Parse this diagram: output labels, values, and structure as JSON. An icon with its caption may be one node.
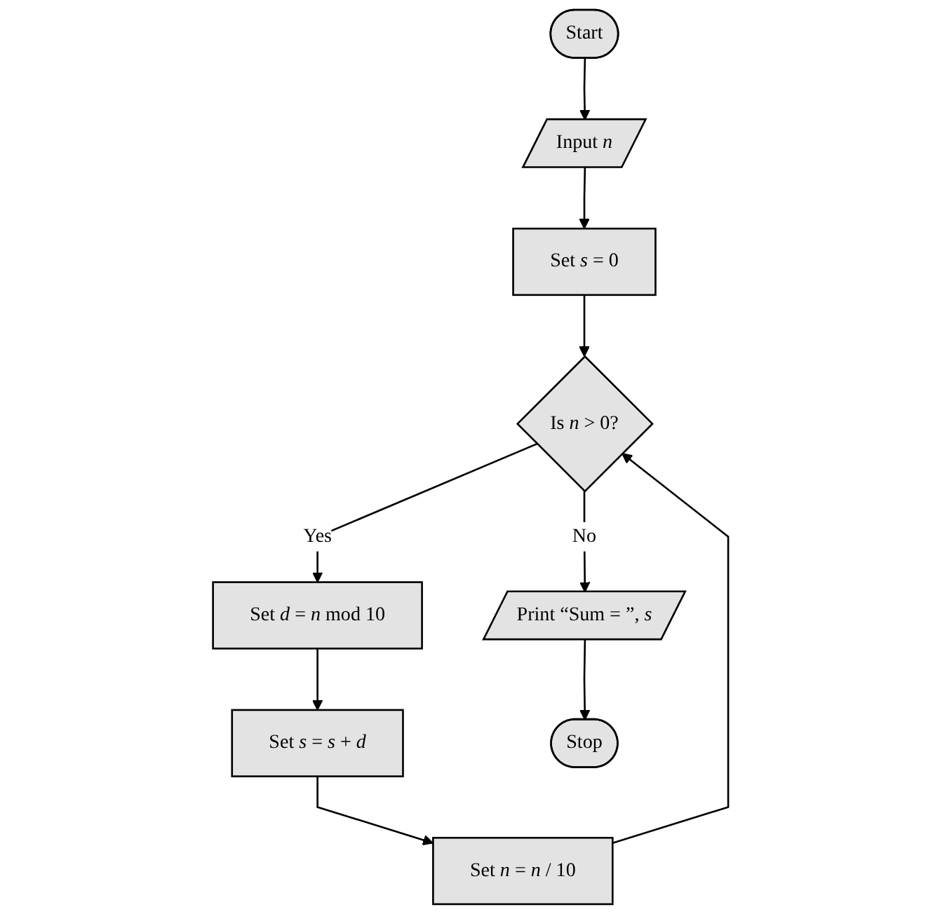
{
  "diagram": {
    "nodes": [
      {
        "text": [
          "Start"
        ]
      },
      {
        "text": [
          "Input *n*"
        ]
      },
      {
        "text": [
          "Set *s* = 0"
        ]
      },
      {
        "text": [
          "Is *n* > 0?"
        ]
      },
      {
        "text": [
          "Set *d* = *n* mod 10"
        ]
      },
      {
        "text": [
          "Set *s* = *s* + *d*"
        ]
      },
      {
        "text": [
          "Set *n* = *n* / 10"
        ]
      },
      {
        "text": [
          "Print “Sum = ”, *s*"
        ]
      },
      {
        "text": [
          "Stop"
        ]
      }
    ],
    "edges": [
      {
        "from": 0,
        "to": 1,
        "arrow": "to"
      },
      {
        "from": 1,
        "to": 2,
        "arrow": "to"
      },
      {
        "from": 2,
        "to": 3,
        "arrow": "to"
      },
      {
        "from": 3,
        "to": 4,
        "label": "Yes",
        "arrow": "to"
      },
      {
        "from": 3,
        "to": 7,
        "label": "No",
        "arrow": "to"
      },
      {
        "from": 4,
        "to": 5,
        "arrow": "to"
      },
      {
        "from": 5,
        "to": 6,
        "arrow": "to"
      },
      {
        "from": 6,
        "to": 3,
        "arrow": "to"
      },
      {
        "from": 7,
        "to": 8,
        "arrow": "to"
      }
    ]
  }
}
